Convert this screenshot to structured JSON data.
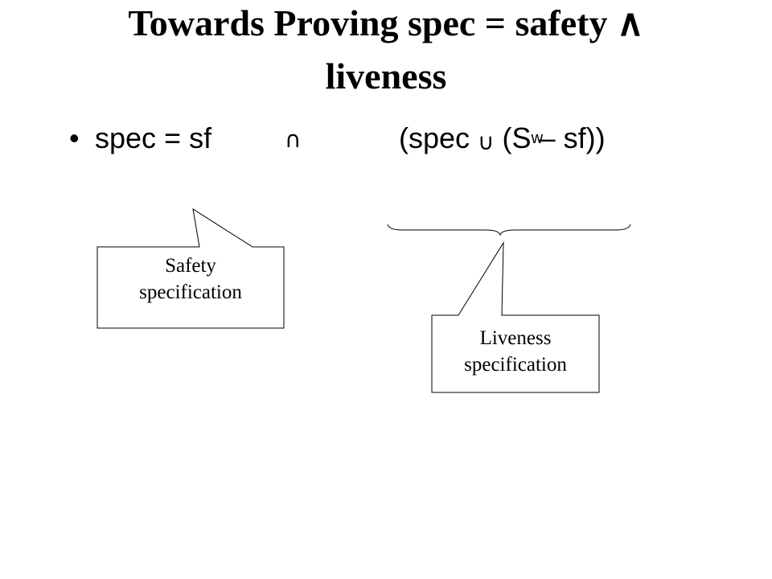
{
  "title": {
    "line1": "Towards Proving spec = safety ∧",
    "line2": "liveness"
  },
  "bullet": {
    "marker": "•",
    "lhs": "spec = sf",
    "intersect_symbol": "∩",
    "rhs_open": "(spec ",
    "union_symbol": "∪",
    "rhs_s": " (S",
    "superscript": "w",
    "rhs_close": " – sf))"
  },
  "callouts": {
    "safety": {
      "line1": "Safety",
      "line2": "specification"
    },
    "liveness": {
      "line1": "Liveness",
      "line2": "specification"
    }
  }
}
